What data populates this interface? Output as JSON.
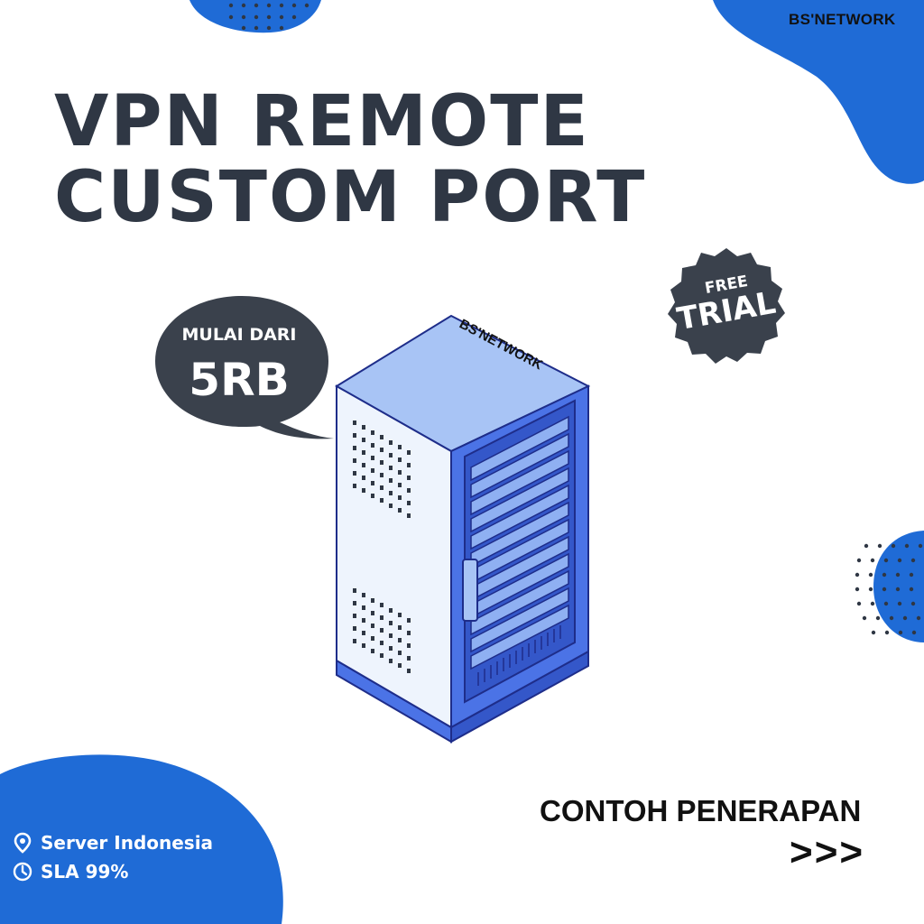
{
  "brand": {
    "name": "BS'NETWORK"
  },
  "headline": {
    "line1": "VPN REMOTE",
    "line2": "CUSTOM PORT"
  },
  "price_bubble": {
    "line1": "MULAI DARI",
    "line2": "5RB"
  },
  "badge": {
    "line1": "FREE",
    "line2": "TRIAL"
  },
  "server_rack": {
    "label": "BS'NETWORK"
  },
  "features": [
    {
      "icon": "location-pin-icon",
      "text": "Server Indonesia"
    },
    {
      "icon": "clock-icon",
      "text": "SLA 99%"
    }
  ],
  "cta": {
    "text": "CONTOH PENERAPAN",
    "arrows": ">>>"
  },
  "colors": {
    "accent_blue": "#1f6bd6",
    "dark_slate": "#3a414c",
    "headline": "#2f3744",
    "rack_outline": "#1e2d8a",
    "rack_top": "#a8c4f5",
    "rack_side": "#eef4fd",
    "rack_front": "#4b73e6"
  }
}
